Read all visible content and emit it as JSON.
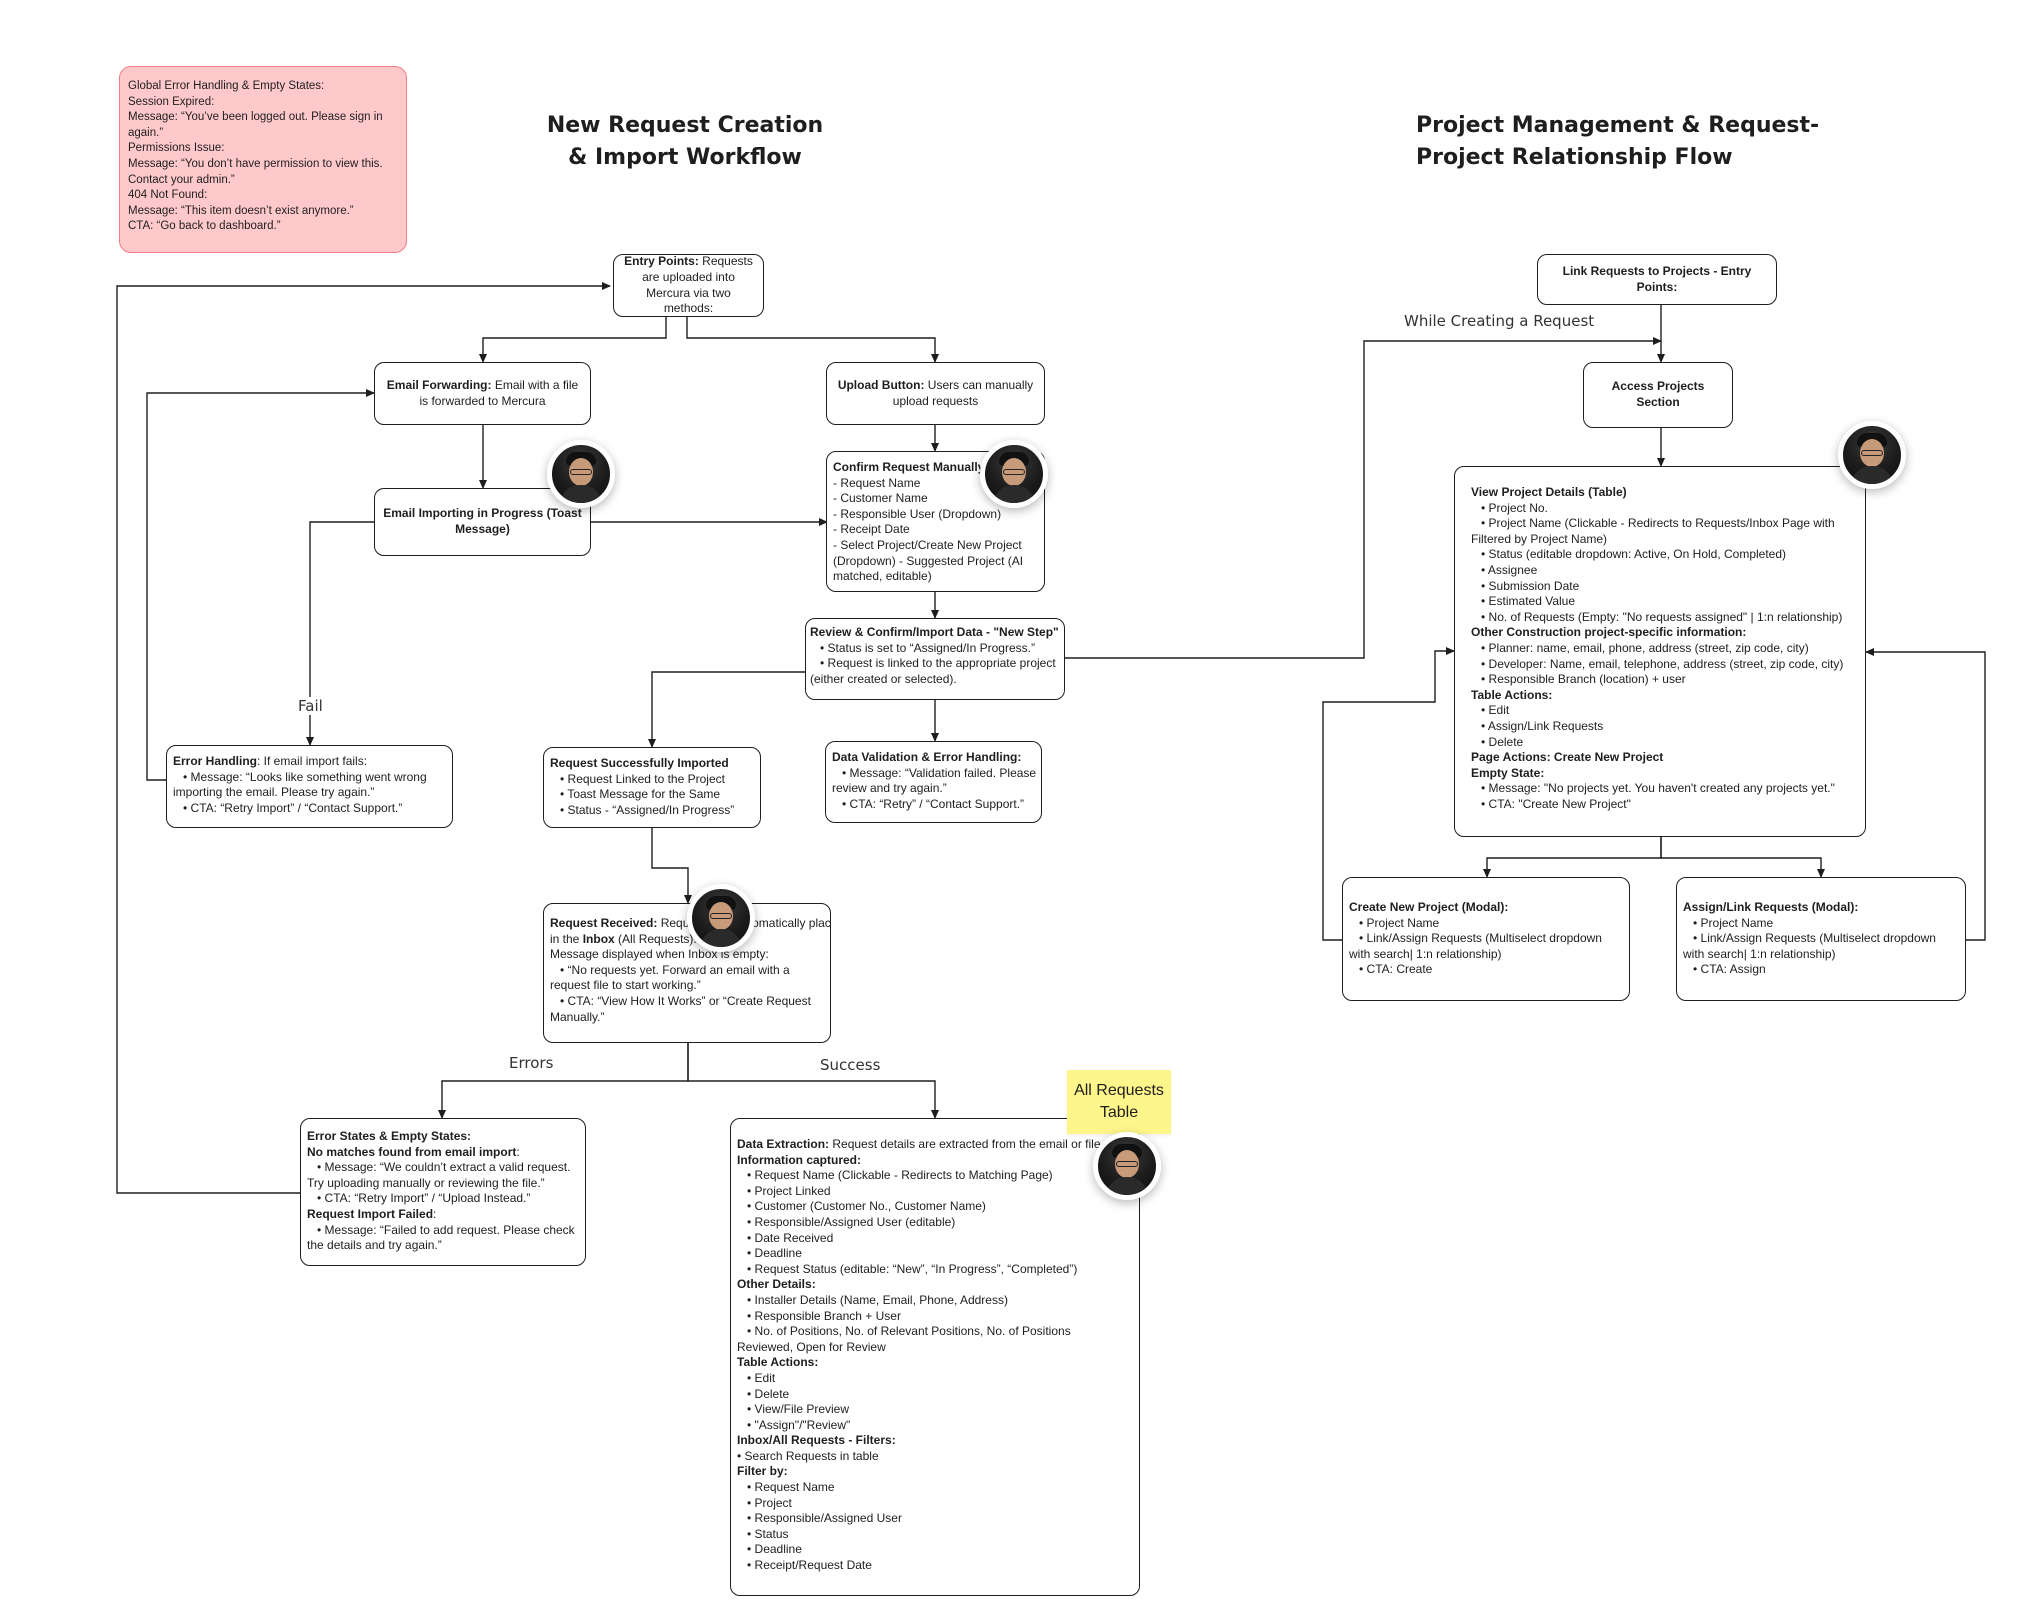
{
  "titles": {
    "left": [
      "New  Request Creation",
      "& Import Workflow"
    ],
    "right": [
      "Project Management & Request-",
      "Project Relationship Flow"
    ]
  },
  "global_errors": [
    {
      "t": "Global Error Handling & Empty States:",
      "b": true
    },
    {
      "t": "Session Expired:",
      "b": true
    },
    {
      "t": "Message: “You’ve been logged out. Please sign in again.”"
    },
    {
      "t": "Permissions Issue:",
      "b": true
    },
    {
      "t": "Message: “You don’t have permission to view this. Contact your admin.”"
    },
    {
      "t": "404 Not Found:",
      "b": true
    },
    {
      "t": "Message: “This item doesn’t exist anymore.”"
    },
    {
      "t": "CTA: “Go back to dashboard.”"
    }
  ],
  "nodes": {
    "entry": {
      "bold": "Entry Points:",
      "text": " Requests are uploaded into Mercura via two methods:"
    },
    "email_forwarding": {
      "bold": "Email Forwarding:",
      "text": " Email with a file is forwarded to Mercura"
    },
    "upload_button": {
      "bold": "Upload Button:",
      "text": " Users can manually upload requests"
    },
    "email_importing": {
      "bold": "Email Importing in Progress (Toast Message)",
      "text": ""
    },
    "confirm_manual": [
      {
        "t": "Confirm Request Manually",
        "b": true
      },
      {
        "t": "- Request Name"
      },
      {
        "t": "- Customer Name"
      },
      {
        "t": "- Responsible User (Dropdown)"
      },
      {
        "t": "- Receipt Date"
      },
      {
        "t": "- Select Project/Create New Project"
      },
      {
        "t": "(Dropdown) - Suggested Project (AI"
      },
      {
        "t": "matched, editable)"
      }
    ],
    "review_confirm": [
      {
        "t": "Review & Confirm/Import Data - \"New Step\"",
        "b": true
      },
      {
        "t": "• Status is set to “Assigned/In Progress.”",
        "i": 1
      },
      {
        "t": "• Request is linked to the appropriate project",
        "i": 1
      },
      {
        "t": "(either created or selected)."
      }
    ],
    "error_handling": [
      {
        "t": "Error Handling",
        "b": true,
        "rest": ": If email import fails:"
      },
      {
        "t": "• Message: “Looks like something went wrong",
        "i": 1
      },
      {
        "t": "importing the email. Please try again.”"
      },
      {
        "t": "• CTA: “Retry Import” / “Contact Support.”",
        "i": 1
      }
    ],
    "request_imported": [
      {
        "t": "Request Successfully Imported",
        "b": true
      },
      {
        "t": "• Request Linked to the Project",
        "i": 1
      },
      {
        "t": "• Toast Message for the Same",
        "i": 1
      },
      {
        "t": "• Status - “Assigned/In Progress”",
        "i": 1
      }
    ],
    "data_validation": [
      {
        "t": "Data Validation & Error Handling:",
        "b": true
      },
      {
        "t": "• Message: “Validation failed. Please",
        "i": 1
      },
      {
        "t": "review and try again.”"
      },
      {
        "t": "• CTA: “Retry” / “Contact Support.”",
        "i": 1
      }
    ],
    "request_received": [
      {
        "t": "Request Received:",
        "b": true,
        "rest": " Requests are automatically placed"
      },
      {
        "t": "in the ",
        "rest2b": "Inbox",
        "rest3": " (All Requests)."
      },
      {
        "t": "Message displayed when Inbox is empty:"
      },
      {
        "t": "• “No requests yet. Forward an email with a",
        "i": 1
      },
      {
        "t": "request file to start working.”"
      },
      {
        "t": "• CTA: “View How It Works” or “Create Request",
        "i": 1
      },
      {
        "t": "Manually.”"
      }
    ],
    "error_states": [
      {
        "t": "Error States & Empty States:",
        "b": true
      },
      {
        "t": "No matches found from email import",
        "b": true,
        "rest": ":"
      },
      {
        "t": "• Message: “We couldn’t extract a valid request.",
        "i": 1
      },
      {
        "t": "Try uploading manually or reviewing the file.”"
      },
      {
        "t": "• CTA: “Retry Import” / “Upload Instead.”",
        "i": 1
      },
      {
        "t": "Request Import Failed",
        "b": true,
        "rest": ":"
      },
      {
        "t": "• Message: “Failed to add request. Please check",
        "i": 1
      },
      {
        "t": "the details and try again.”"
      }
    ],
    "data_extraction": [
      {
        "t": "Data Extraction:",
        "b": true,
        "rest": " Request details are extracted from the email or file."
      },
      {
        "t": "Information captured:",
        "b": true
      },
      {
        "t": "• Request Name (Clickable - Redirects to Matching Page)",
        "i": 1
      },
      {
        "t": "• Project Linked",
        "i": 1
      },
      {
        "t": "• Customer (Customer No., Customer Name)",
        "i": 1
      },
      {
        "t": "• Responsible/Assigned User (editable)",
        "i": 1
      },
      {
        "t": "• Date Received",
        "i": 1
      },
      {
        "t": "• Deadline",
        "i": 1
      },
      {
        "t": "• Request Status (editable: “New”, “In Progress”, “Completed”)",
        "i": 1
      },
      {
        "t": "Other Details:",
        "b": true
      },
      {
        "t": "• Installer Details (Name, Email, Phone, Address)",
        "i": 1
      },
      {
        "t": "• Responsible Branch + User",
        "i": 1
      },
      {
        "t": "• No. of Positions, No. of Relevant Positions, No. of Positions",
        "i": 1
      },
      {
        "t": "Reviewed, Open for Review"
      },
      {
        "t": "Table Actions:",
        "b": true
      },
      {
        "t": "• Edit",
        "i": 1
      },
      {
        "t": "• Delete",
        "i": 1
      },
      {
        "t": "• View/File Preview",
        "i": 1
      },
      {
        "t": "• \"Assign\"/\"Review\"",
        "i": 1
      },
      {
        "t": "Inbox/All Requests - Filters:",
        "b": true
      },
      {
        "t": "• Search Requests in table",
        "i": 0
      },
      {
        "t": "Filter by:",
        "b": true
      },
      {
        "t": "• Request Name",
        "i": 1
      },
      {
        "t": "• Project",
        "i": 1
      },
      {
        "t": "• Responsible/Assigned User",
        "i": 1
      },
      {
        "t": "• Status",
        "i": 1
      },
      {
        "t": "• Deadline",
        "i": 1
      },
      {
        "t": "• Receipt/Request Date",
        "i": 1
      }
    ],
    "link_requests": {
      "bold": "Link Requests to Projects - Entry Points:",
      "text": ""
    },
    "access_projects": {
      "bold": "Access Projects Section",
      "text": ""
    },
    "view_project": [
      {
        "t": "View Project Details (Table)",
        "b": true
      },
      {
        "t": "• Project No.",
        "i": 1
      },
      {
        "t": "• Project Name (Clickable - Redirects to Requests/Inbox Page with",
        "i": 1
      },
      {
        "t": "Filtered by Project Name)"
      },
      {
        "t": "• Status (editable dropdown: Active, On Hold, Completed)",
        "i": 1
      },
      {
        "t": "• Assignee",
        "i": 1
      },
      {
        "t": "• Submission Date",
        "i": 1
      },
      {
        "t": "• Estimated Value",
        "i": 1
      },
      {
        "t": "• No. of Requests (Empty: \"No requests assigned\" | 1:n relationship)",
        "i": 1
      },
      {
        "t": "Other Construction project-specific information:",
        "b": true
      },
      {
        "t": "• Planner: name, email, phone, address (street, zip code, city)",
        "i": 1
      },
      {
        "t": "• Developer: Name, email, telephone, address (street, zip code, city)",
        "i": 1
      },
      {
        "t": "• Responsible Branch (location) + user",
        "i": 1
      },
      {
        "t": "Table Actions:",
        "b": true
      },
      {
        "t": "• Edit",
        "i": 1
      },
      {
        "t": "• Assign/Link Requests",
        "i": 1
      },
      {
        "t": "• Delete",
        "i": 1
      },
      {
        "t": "Page Actions: Create New Project",
        "b": true
      },
      {
        "t": "Empty State:",
        "b": true
      },
      {
        "t": "• Message: \"No projects yet. You haven't created any projects yet.\"",
        "i": 1
      },
      {
        "t": "• CTA: \"Create New Project\"",
        "i": 1
      }
    ],
    "create_project": [
      {
        "t": "Create New Project (Modal):",
        "b": true
      },
      {
        "t": "• Project Name",
        "i": 1
      },
      {
        "t": "• Link/Assign Requests (Multiselect dropdown",
        "i": 1
      },
      {
        "t": "with search| 1:n relationship)"
      },
      {
        "t": "• CTA: Create",
        "i": 1
      }
    ],
    "assign_link": [
      {
        "t": "Assign/Link Requests (Modal):",
        "b": true
      },
      {
        "t": "• Project Name",
        "i": 1
      },
      {
        "t": "• Link/Assign Requests (Multiselect dropdown",
        "i": 1
      },
      {
        "t": "with search| 1:n relationship)"
      },
      {
        "t": "• CTA: Assign",
        "i": 1
      }
    ]
  },
  "edge_labels": {
    "fail": "Fail",
    "errors": "Errors",
    "success": "Success",
    "while_creating": "While Creating a Request"
  },
  "sticky": "All Requests Table",
  "colors": {
    "stroke": "#1e1e1e",
    "error_fill": "#ffc9cc",
    "error_border": "#f07e84",
    "sticky": "#fef68a"
  }
}
